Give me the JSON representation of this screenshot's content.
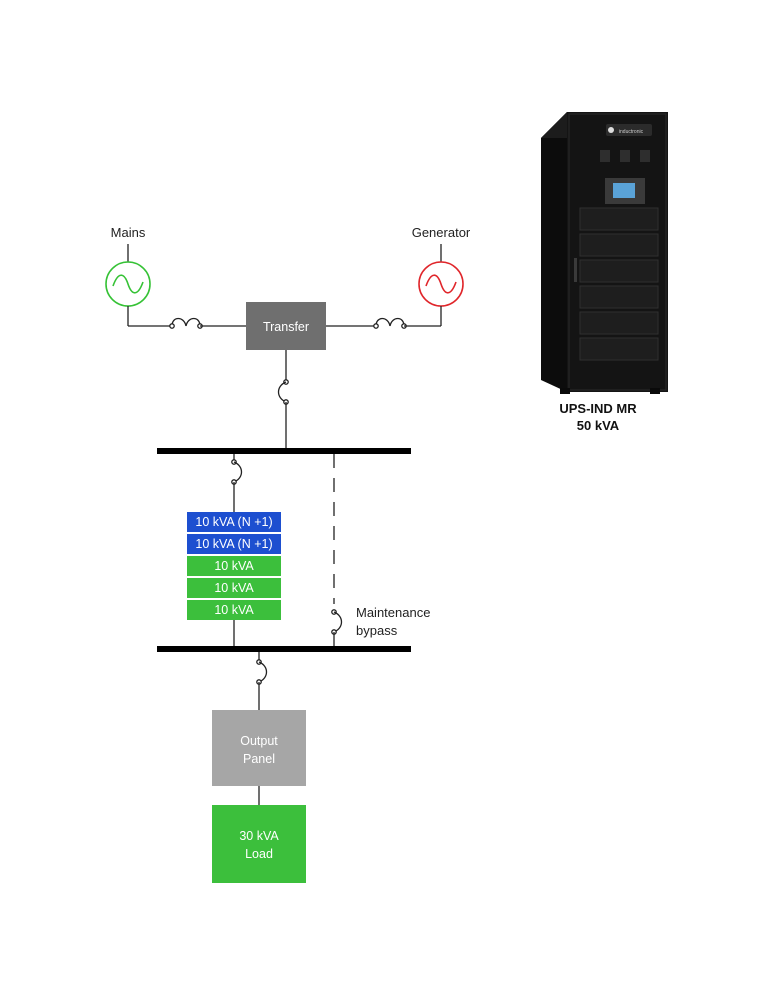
{
  "sources": {
    "mains": {
      "label": "Mains",
      "color": "#36c236"
    },
    "generator": {
      "label": "Generator",
      "color": "#e0262b"
    }
  },
  "transfer": {
    "label": "Transfer",
    "color": "#6f6f6f"
  },
  "modules": [
    {
      "label": "10 kVA (N +1)",
      "color": "#1d4fd0"
    },
    {
      "label": "10 kVA (N +1)",
      "color": "#1d4fd0"
    },
    {
      "label": "10 kVA",
      "color": "#3cbf3c"
    },
    {
      "label": "10 kVA",
      "color": "#3cbf3c"
    },
    {
      "label": "10 kVA",
      "color": "#3cbf3c"
    }
  ],
  "bypass": {
    "line1": "Maintenance",
    "line2": "bypass"
  },
  "output_panel": {
    "line1": "Output",
    "line2": "Panel",
    "color": "#a6a6a6"
  },
  "load": {
    "line1": "30 kVA",
    "line2": "Load",
    "color": "#3cbf3c"
  },
  "product": {
    "name_line1": "UPS-IND MR",
    "name_line2": "50 kVA",
    "brand": "inductronic"
  }
}
